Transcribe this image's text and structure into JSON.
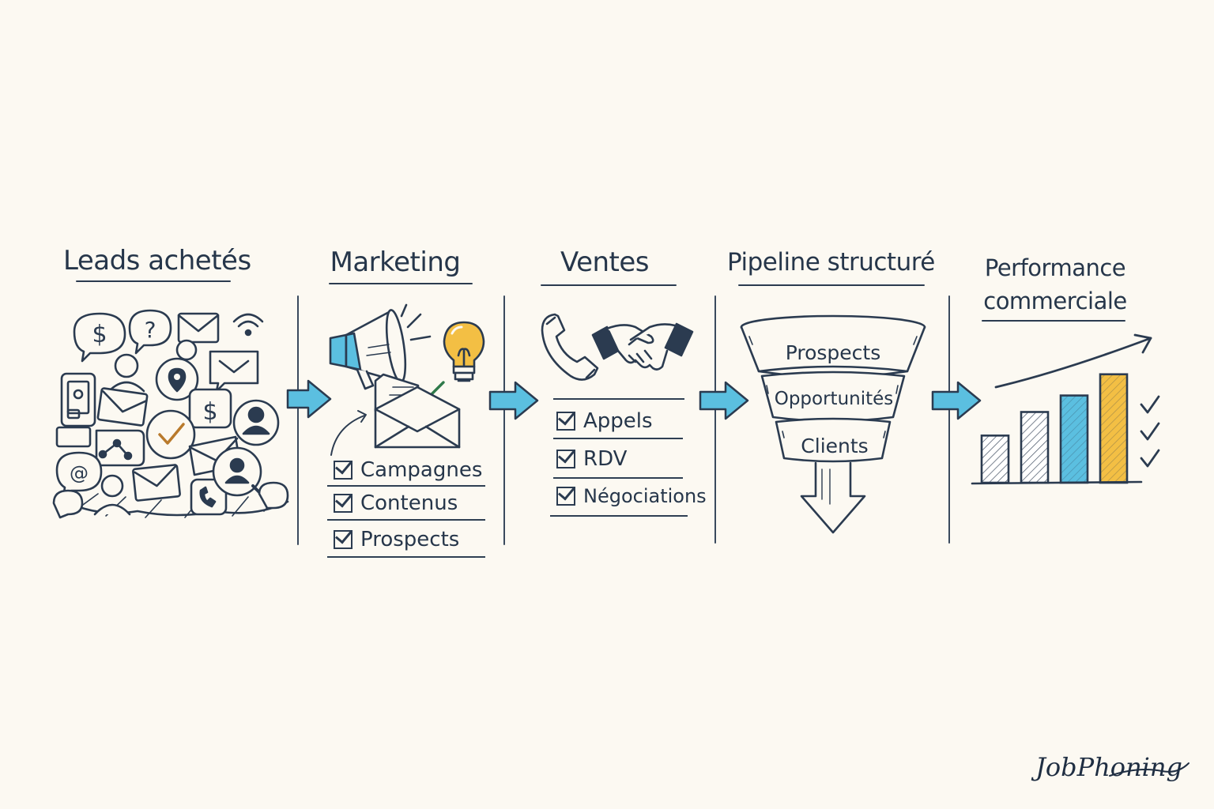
{
  "stages": [
    {
      "title": "Leads achetés"
    },
    {
      "title": "Marketing",
      "items": [
        "Campagnes",
        "Contenus",
        "Prospects"
      ]
    },
    {
      "title": "Ventes",
      "items": [
        "Appels",
        "RDV",
        "Négociations"
      ]
    },
    {
      "title": "Pipeline structuré",
      "funnel": [
        "Prospects",
        "Opportunités",
        "Clients"
      ]
    },
    {
      "title_line1": "Performance",
      "title_line2": "commerciale"
    }
  ],
  "lead_icons": {
    "dollar": "$",
    "question": "?",
    "at": "@"
  },
  "chart_data": {
    "type": "bar",
    "values": [
      2,
      3,
      3.7,
      4.6
    ],
    "series_colors": [
      "#ffffff",
      "#ffffff",
      "#5bbfe0",
      "#f3bf44"
    ],
    "trend": "up",
    "check_count": 3
  },
  "brand": "JobPhoning",
  "colors": {
    "ink": "#26364a",
    "accent_blue": "#5bbfe0",
    "accent_yellow": "#f3bf44",
    "check_green": "#2f7a4a",
    "background": "#fcf9f2"
  }
}
